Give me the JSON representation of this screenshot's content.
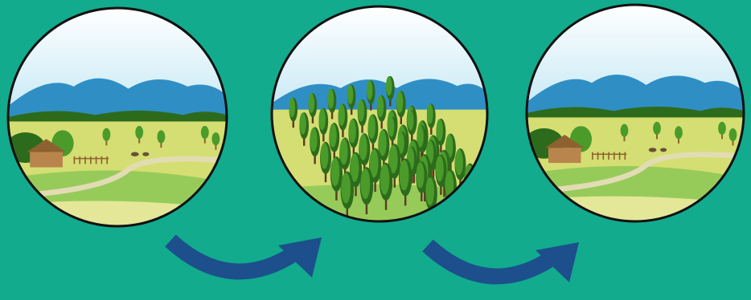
{
  "colors": {
    "background": "#12ab8d",
    "arrow": "#1c4f8b",
    "circle_border": "#111111",
    "sky_top": "#ffffff",
    "sky_mid": "#bfe6f4",
    "sky_low": "#63c6e6",
    "mountain": "#2f8fc4",
    "field": "#d5de72",
    "field_light": "#ecea9e",
    "grass": "#86c554",
    "path": "#e2dcb3",
    "tree_green": "#4a9b2a",
    "tree_dark": "#2d6b1c",
    "house": "#b9854d",
    "roof": "#8e6230"
  },
  "scenes": [
    {
      "name": "original-landscape",
      "content": "house-field"
    },
    {
      "name": "plantation-landscape",
      "content": "tree-plantation"
    },
    {
      "name": "restored-landscape",
      "content": "house-field"
    }
  ],
  "arrows": [
    {
      "name": "arrow-1",
      "from": "original-landscape",
      "to": "plantation-landscape"
    },
    {
      "name": "arrow-2",
      "from": "plantation-landscape",
      "to": "restored-landscape"
    }
  ]
}
